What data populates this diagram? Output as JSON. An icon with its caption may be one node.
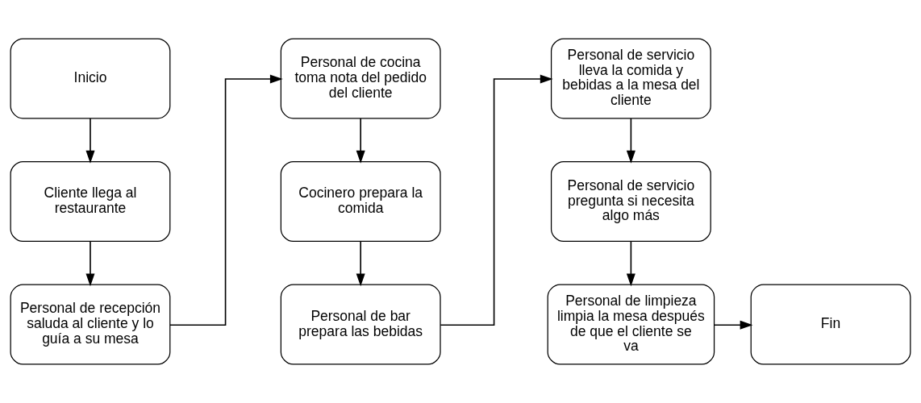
{
  "diagram": {
    "nodes": [
      {
        "text": [
          "Inicio"
        ]
      },
      {
        "text": [
          "Cliente llega al restaurante"
        ]
      },
      {
        "text": [
          "Personal de recepción saluda al cliente y lo guía a su mesa"
        ]
      },
      {
        "text": [
          "Personal de cocina toma nota del pedido del cliente"
        ]
      },
      {
        "text": [
          "Cocinero prepara la comida"
        ]
      },
      {
        "text": [
          "Personal de bar prepara las bebidas"
        ]
      },
      {
        "text": [
          "Personal de servicio lleva la comida y bebidas a la mesa del cliente"
        ]
      },
      {
        "text": [
          "Personal de servicio pregunta si necesita algo más"
        ]
      },
      {
        "text": [
          "Personal de limpieza limpia la mesa después de que el cliente se va"
        ]
      },
      {
        "text": [
          "Fin"
        ]
      }
    ],
    "edges": [
      {
        "from": 0,
        "to": 1,
        "arrow": "to"
      },
      {
        "from": 1,
        "to": 2,
        "arrow": "to"
      },
      {
        "from": 2,
        "to": 3,
        "arrow": "to"
      },
      {
        "from": 3,
        "to": 4,
        "arrow": "to"
      },
      {
        "from": 4,
        "to": 5,
        "arrow": "to"
      },
      {
        "from": 5,
        "to": 6,
        "arrow": "to"
      },
      {
        "from": 6,
        "to": 7,
        "arrow": "to"
      },
      {
        "from": 7,
        "to": 8,
        "arrow": "to"
      },
      {
        "from": 8,
        "to": 9,
        "arrow": "to"
      }
    ]
  }
}
